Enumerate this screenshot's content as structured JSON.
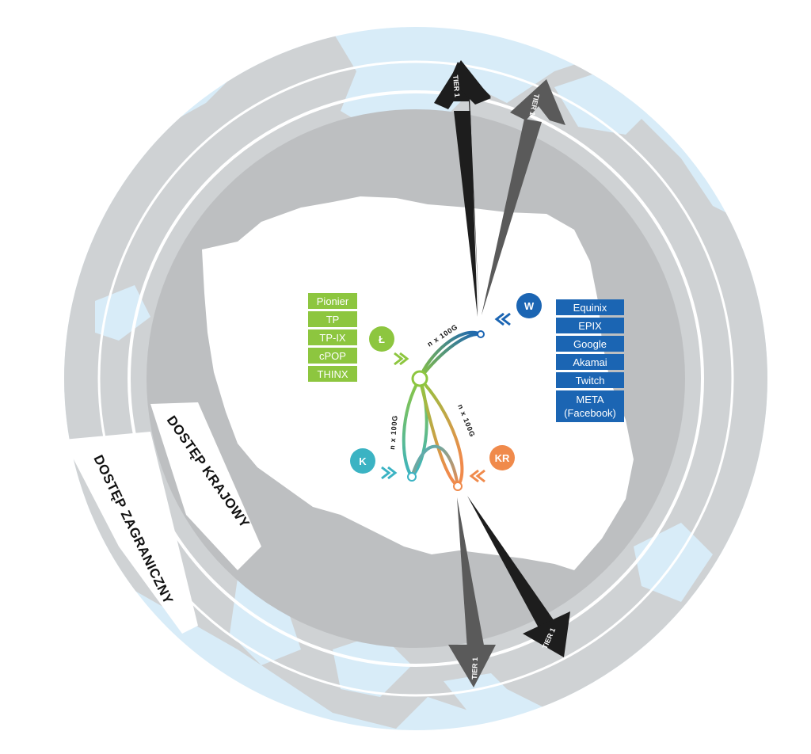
{
  "rings": {
    "outer_label": "DOSTĘP ZAGRANICZNY",
    "inner_label": "DOSTĘP KRAJOWY"
  },
  "tier_label": "TIER 1",
  "bandwidth_label": "n x 100G",
  "nodes": {
    "lodz": "Ł",
    "warsaw": "W",
    "katowice": "K",
    "krakow": "KR"
  },
  "left_providers": [
    "Pionier",
    "TP",
    "TP-IX",
    "cPOP",
    "THINX"
  ],
  "right_providers": [
    "Equinix",
    "EPIX",
    "Google",
    "Akamai",
    "Twitch",
    "META",
    "(Facebook)"
  ],
  "colors": {
    "lime": "#8dc63f",
    "blue": "#1b65b3",
    "teal": "#3bb3c3",
    "orange": "#f08a4b",
    "sea": "#d8ecf8",
    "land": "#cfd2d4",
    "inner_ring": "#bdbfc1",
    "tier_dark": "#1d1d1d",
    "tier_grey": "#5a5a5a"
  }
}
